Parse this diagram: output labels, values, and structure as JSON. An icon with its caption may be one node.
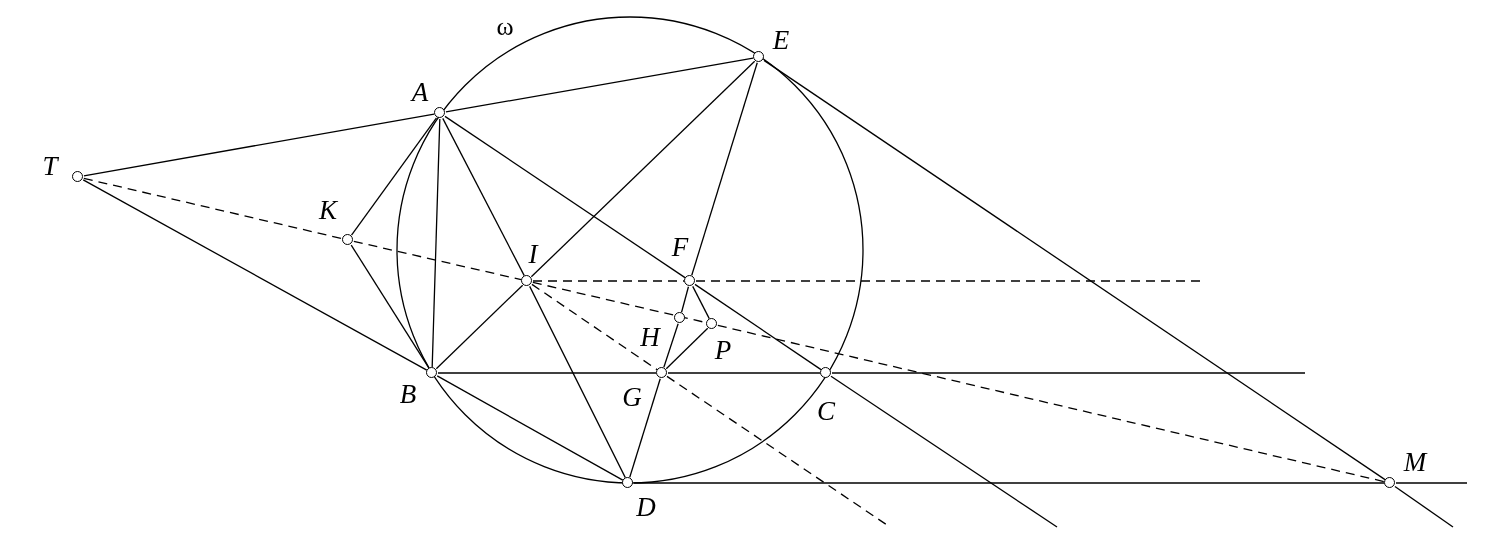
{
  "diagram": {
    "nodes": [
      {
        "text": [],
        "shape": "circle",
        "beside": [
          "E"
        ]
      },
      {
        "text": [],
        "shape": "circle",
        "beside": [
          "A"
        ]
      },
      {
        "text": [],
        "shape": "circle",
        "beside": [
          "T"
        ]
      },
      {
        "text": [],
        "shape": "circle",
        "beside": [
          "K"
        ]
      },
      {
        "text": [],
        "shape": "circle",
        "beside": [
          "I"
        ]
      },
      {
        "text": [],
        "shape": "circle",
        "beside": [
          "F"
        ]
      },
      {
        "text": [],
        "shape": "circle",
        "beside": [
          "H"
        ]
      },
      {
        "text": [],
        "shape": "circle",
        "beside": [
          "P"
        ]
      },
      {
        "text": [],
        "shape": "circle",
        "beside": [
          "B"
        ]
      },
      {
        "text": [],
        "shape": "circle",
        "beside": [
          "G"
        ]
      },
      {
        "text": [],
        "shape": "circle",
        "beside": [
          "C"
        ]
      },
      {
        "text": [],
        "shape": "circle",
        "beside": [
          "D"
        ]
      },
      {
        "text": [],
        "shape": "circle",
        "beside": [
          "M"
        ]
      }
    ],
    "edges": [
      {
        "from": 2,
        "to": 1,
        "arrow": "none"
      },
      {
        "from": 1,
        "to": 0,
        "arrow": "none"
      },
      {
        "from": 2,
        "to": 8,
        "arrow": "none"
      },
      {
        "from": 1,
        "to": 3,
        "arrow": "none"
      },
      {
        "from": 3,
        "to": 8,
        "arrow": "none"
      },
      {
        "from": 1,
        "to": 8,
        "arrow": "none"
      },
      {
        "from": 1,
        "to": 4,
        "arrow": "none"
      },
      {
        "from": 4,
        "to": 11,
        "arrow": "none"
      },
      {
        "from": 1,
        "to": 5,
        "arrow": "none"
      },
      {
        "from": 5,
        "to": 10,
        "arrow": "none"
      },
      {
        "from": 10,
        "to": null,
        "arrow": "none"
      },
      {
        "from": 8,
        "to": 4,
        "arrow": "none"
      },
      {
        "from": 4,
        "to": 0,
        "arrow": "none"
      },
      {
        "from": 0,
        "to": 5,
        "arrow": "none"
      },
      {
        "from": 5,
        "to": 6,
        "arrow": "none"
      },
      {
        "from": 6,
        "to": 9,
        "arrow": "none"
      },
      {
        "from": 9,
        "to": 11,
        "arrow": "none"
      },
      {
        "from": 5,
        "to": 7,
        "arrow": "none"
      },
      {
        "from": 7,
        "to": 9,
        "arrow": "none"
      },
      {
        "from": 8,
        "to": 9,
        "arrow": "none"
      },
      {
        "from": 9,
        "to": 10,
        "arrow": "none"
      },
      {
        "from": 10,
        "to": null,
        "arrow": "none"
      },
      {
        "from": 8,
        "to": 11,
        "arrow": "none"
      },
      {
        "from": 11,
        "to": 12,
        "arrow": "none"
      },
      {
        "from": 12,
        "to": null,
        "arrow": "none"
      },
      {
        "from": 0,
        "to": 12,
        "arrow": "none"
      },
      {
        "from": 12,
        "to": null,
        "arrow": "none"
      },
      {
        "from": 2,
        "to": 3,
        "arrow": "none",
        "style": "dashed"
      },
      {
        "from": 3,
        "to": 4,
        "arrow": "none",
        "style": "dashed"
      },
      {
        "from": 4,
        "to": 7,
        "arrow": "none",
        "style": "dashed"
      },
      {
        "from": 7,
        "to": 12,
        "arrow": "none",
        "style": "dashed"
      },
      {
        "from": 4,
        "to": 5,
        "arrow": "none",
        "style": "dashed"
      },
      {
        "from": 5,
        "to": null,
        "arrow": "none",
        "style": "dashed"
      },
      {
        "from": 4,
        "to": 9,
        "arrow": "none",
        "style": "dashed"
      },
      {
        "from": 9,
        "to": null,
        "arrow": "none",
        "style": "dashed"
      }
    ],
    "labels": [
      "ω"
    ]
  }
}
